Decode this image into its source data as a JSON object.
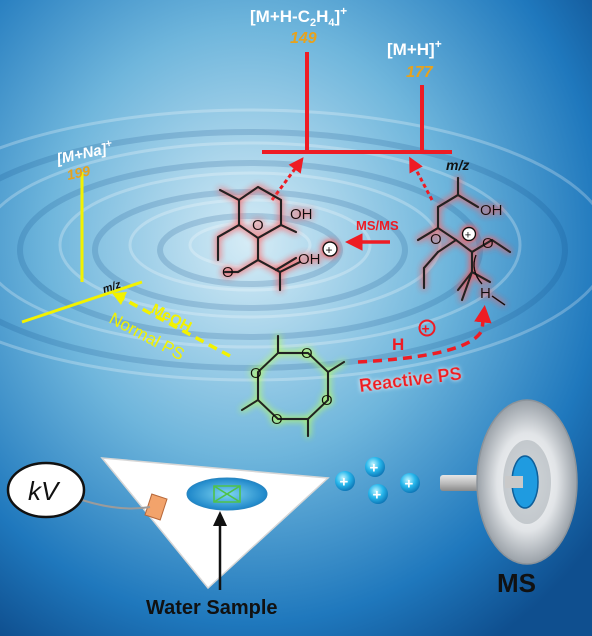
{
  "spectrum_red": {
    "peak1_label": "[M+H-C",
    "peak1_sub": "2",
    "peak1_mid": "H",
    "peak1_sub2": "4",
    "peak1_close": "]",
    "peak1_sup": "+",
    "peak1_mz": "149",
    "peak2_label": "[M+H]",
    "peak2_sup": "+",
    "peak2_mz": "177",
    "axis_label": "m/z"
  },
  "spectrum_yellow": {
    "peak_label": "[M+Na]",
    "peak_sup": "+",
    "peak_mz": "199",
    "axis_label": "m/z"
  },
  "arrows": {
    "msms": "MS/MS",
    "meoh": "MeOH",
    "normal_ps": "Normal PS",
    "reactive_ps": "Reactive PS",
    "h_plus": "H"
  },
  "atoms": {
    "oxygen": "O",
    "oh": "OH",
    "plus": "+"
  },
  "apparatus": {
    "kv_label": "kV",
    "ion_symbol": "+",
    "ms_label": "MS",
    "water_sample_label": "Water Sample"
  },
  "colors": {
    "red": "#ee1c24",
    "yellow": "#f2f200",
    "mz_orange": "#e8a21b"
  }
}
